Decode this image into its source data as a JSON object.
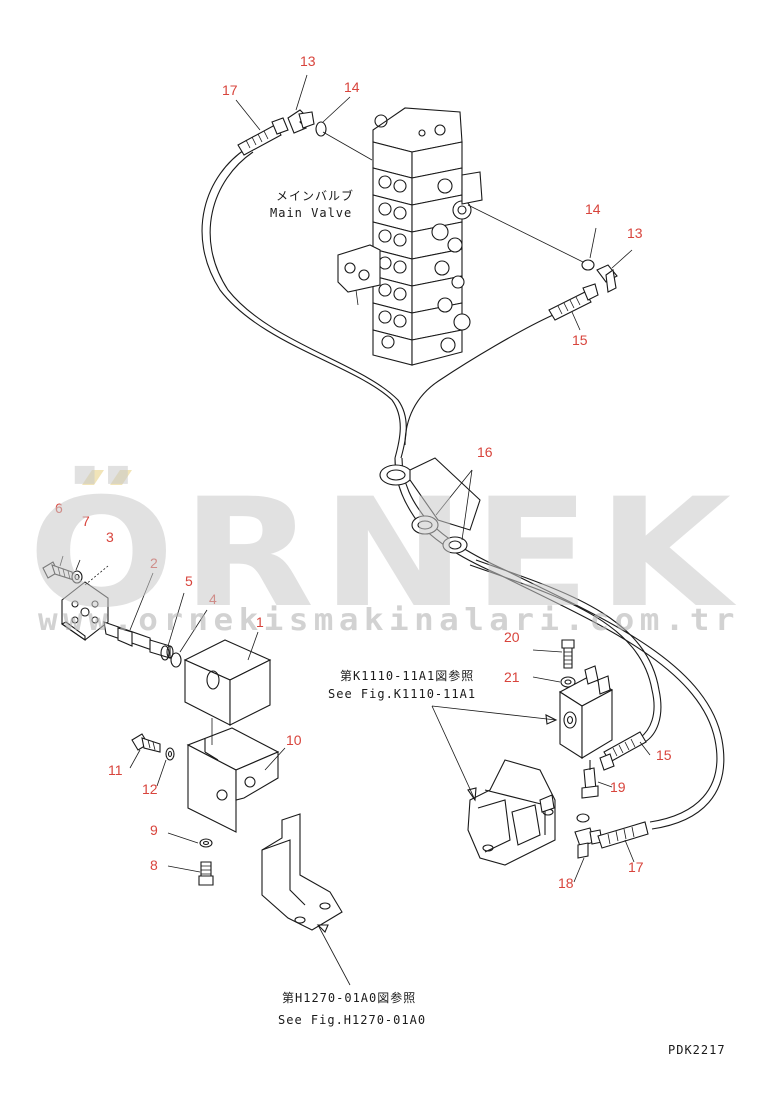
{
  "watermark": {
    "letters": "ÖRNEK",
    "url": "www.ornekismakinalari.com.tr",
    "color": "#c9c9c9",
    "accent": "#f1e4b8"
  },
  "main_valve": {
    "label_jp": "メインバルブ",
    "label_en": "Main Valve"
  },
  "references": {
    "k1110_jp": "第K1110-11A1図参照",
    "k1110_en": "See Fig.K1110-11A1",
    "h1270_jp": "第H1270-01A0図参照",
    "h1270_en": "See Fig.H1270-01A0"
  },
  "callout_color": "#d8443c",
  "callouts": {
    "c13_top": "13",
    "c14_top": "14",
    "c17_top": "17",
    "c14_right": "14",
    "c13_right": "13",
    "c15_top": "15",
    "c16": "16",
    "c6": "6",
    "c7": "7",
    "c3": "3",
    "c2": "2",
    "c5": "5",
    "c4": "4",
    "c1": "1",
    "c10": "10",
    "c11": "11",
    "c12": "12",
    "c9": "9",
    "c8": "8",
    "c20": "20",
    "c21": "21",
    "c15_bottom": "15",
    "c19": "19",
    "c18": "18",
    "c17_bottom": "17"
  },
  "drawing_code": "PDK2217"
}
